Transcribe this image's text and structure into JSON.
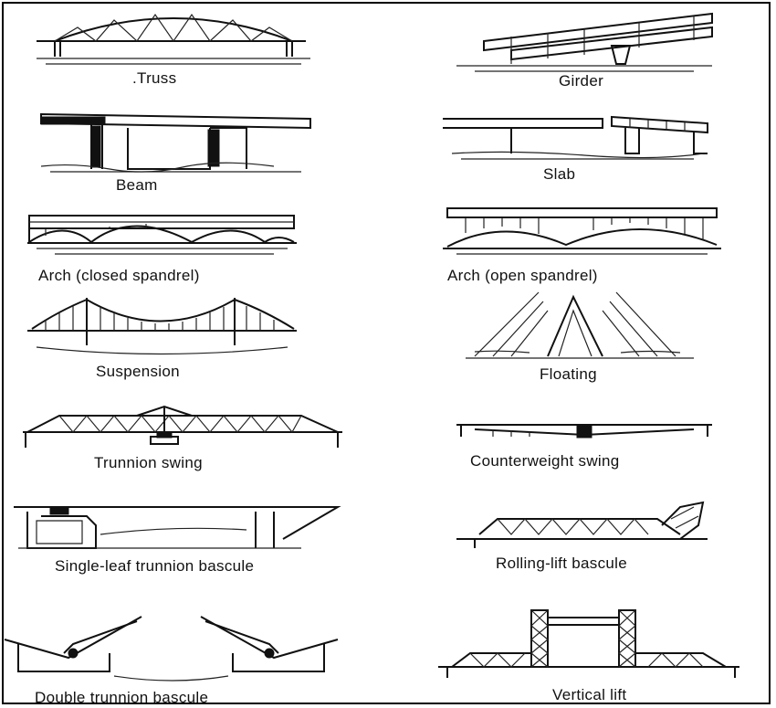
{
  "bridges": [
    {
      "key": "truss",
      "label": ".Truss"
    },
    {
      "key": "girder",
      "label": "Girder"
    },
    {
      "key": "beam",
      "label": "Beam"
    },
    {
      "key": "slab",
      "label": "Slab"
    },
    {
      "key": "arch_closed",
      "label": "Arch (closed spandrel)"
    },
    {
      "key": "arch_open",
      "label": "Arch (open spandrel)"
    },
    {
      "key": "suspension",
      "label": "Suspension"
    },
    {
      "key": "floating",
      "label": "Floating"
    },
    {
      "key": "trunnion_swing",
      "label": "Trunnion swing"
    },
    {
      "key": "counterweight_swing",
      "label": "Counterweight swing"
    },
    {
      "key": "single_leaf",
      "label": "Single-leaf trunnion bascule"
    },
    {
      "key": "rolling_lift",
      "label": "Rolling-lift bascule"
    },
    {
      "key": "double_trunnion",
      "label": "Double trunnion bascule"
    },
    {
      "key": "vertical_lift",
      "label": "Vertical lift"
    }
  ]
}
